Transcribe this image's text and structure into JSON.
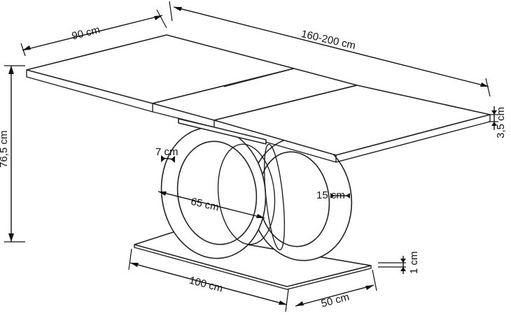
{
  "dimensions": {
    "top_width": "90 cm",
    "top_length": "160-200 cm",
    "top_thickness": "3,5 cm",
    "height": "76,5 cm",
    "ring_thickness": "7 cm",
    "ring_diameter": "65 cm",
    "ring_gap": "15 cm",
    "base_length": "100 cm",
    "base_width": "50 cm",
    "base_thickness": "1 cm"
  }
}
